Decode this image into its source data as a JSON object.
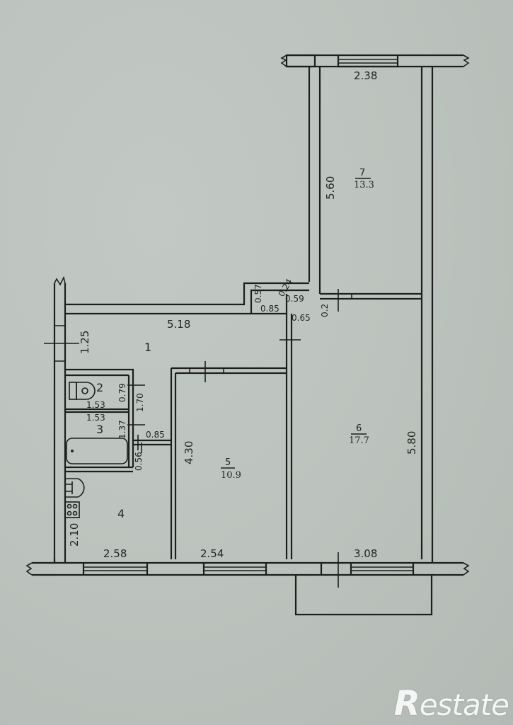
{
  "plan": {
    "rooms": [
      {
        "id": "1",
        "label": "1",
        "area": null
      },
      {
        "id": "2",
        "label": "2",
        "area": null
      },
      {
        "id": "3",
        "label": "3",
        "area": null
      },
      {
        "id": "4",
        "label": "4",
        "area": null
      },
      {
        "id": "5",
        "label": "5",
        "area": "10.9"
      },
      {
        "id": "6",
        "label": "6",
        "area": "17.7"
      },
      {
        "id": "7",
        "label": "7",
        "area": "13.3"
      }
    ],
    "dimensions": {
      "room7_width": "2.38",
      "room7_length": "5.60",
      "hall_length": "5.18",
      "hall_width": "1.25",
      "closet_a": "0.57",
      "closet_b": "0.24",
      "closet_c": "0.59",
      "closet_d": "0.85",
      "door_a": "0.65",
      "door_b": "0.2",
      "wc_width": "1.53",
      "wc_depth": "0.79",
      "bath_width": "1.53",
      "bath_depth": "1.37",
      "bath_total": "1.70",
      "bath_door": "0.85",
      "bath_gap": "0.56",
      "room5_length": "4.30",
      "room5_width": "2.54",
      "room6_length": "5.80",
      "room6_width": "3.08",
      "kitchen_width": "2.58",
      "kitchen_length": "2.10"
    }
  },
  "watermark": {
    "initial": "R",
    "rest": "estate"
  }
}
